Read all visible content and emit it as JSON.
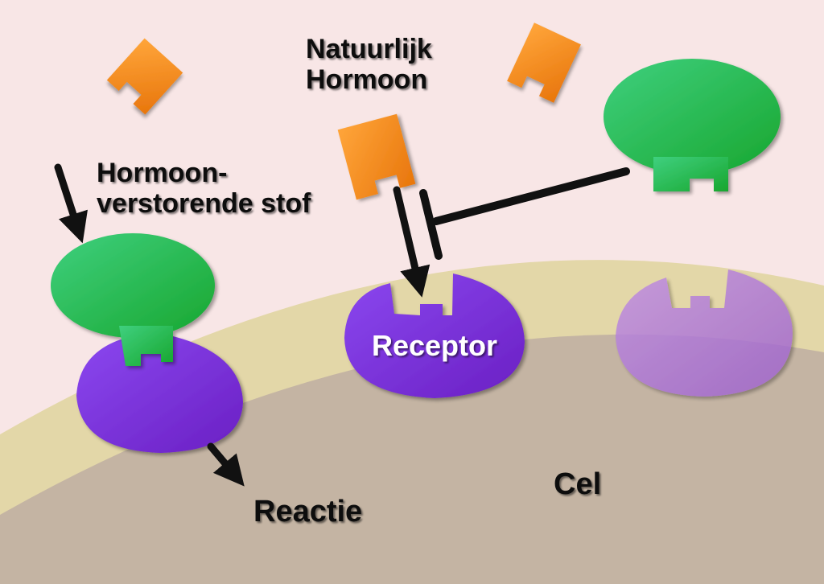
{
  "labels": {
    "natural_hormone_line1": "Natuurlijk",
    "natural_hormone_line2": "Hormoon",
    "disruptor_line1": "Hormoon-",
    "disruptor_line2": "verstorende stof",
    "receptor": "Receptor",
    "reaction": "Reactie",
    "cell": "Cel"
  },
  "colors": {
    "background": "#f8e6e6",
    "membrane": "#e3d7a8",
    "cytoplasm": "#c4b4a3",
    "hormone": "#f7941d",
    "disruptor": "#2bbf5a",
    "receptor": "#7a2fd6",
    "receptor_faded": "#b07ad8",
    "arrow": "#111111",
    "label_dark": "#111111",
    "label_light": "#ffffff"
  }
}
